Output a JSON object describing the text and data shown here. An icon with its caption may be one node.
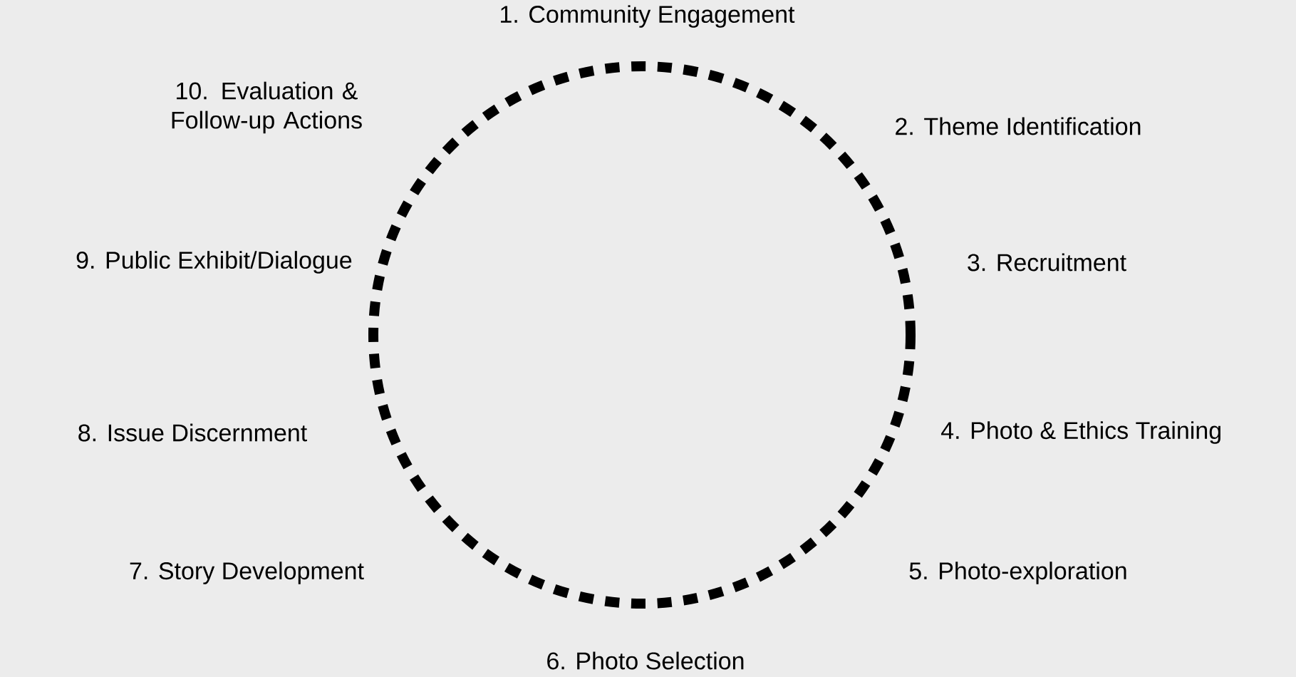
{
  "diagram": {
    "labels": [
      "1. Community Engagement",
      "2. Theme Identification",
      "3. Recruitment",
      "4. Photo & Ethics Training",
      "5. Photo-exploration",
      "6. Photo Selection",
      "7. Story Development",
      "8. Issue Discernment",
      "9. Public Exhibit/Dialogue",
      "10. Evaluation & Follow-up Actions"
    ]
  }
}
